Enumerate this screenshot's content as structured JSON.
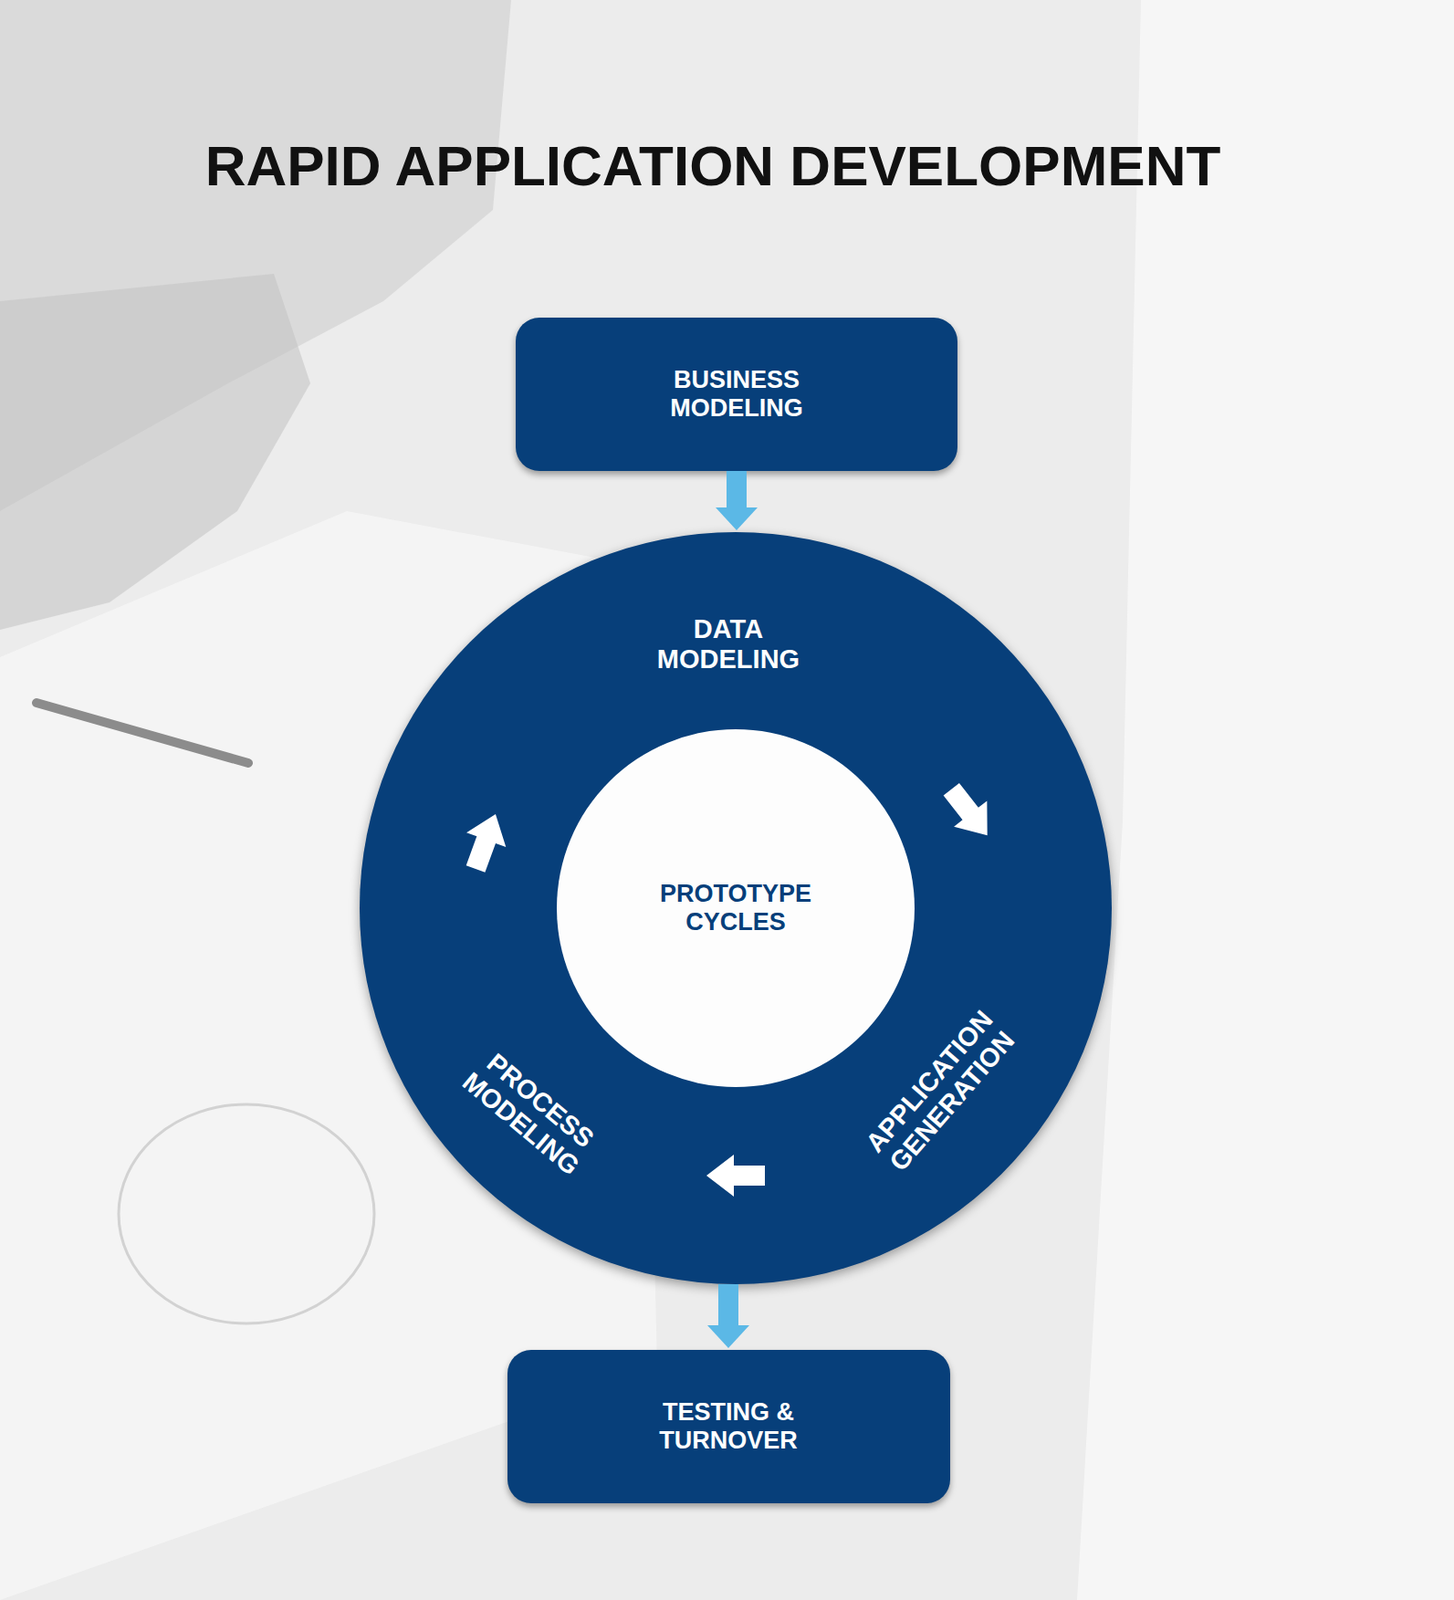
{
  "diagram": {
    "title": "RAPID APPLICATION DEVELOPMENT",
    "nodes": [
      {
        "text": [
          "BUSINESS MODELING"
        ]
      },
      {
        "text": [
          "DATA MODELING",
          "APPLICATION GENERATION",
          "PROCESS MODELING"
        ]
      },
      {
        "text": [
          "PROTOTYPE CYCLES"
        ],
        "in": 1
      },
      {
        "text": [
          "TESTING & TURNOVER"
        ]
      }
    ],
    "edges": [
      {
        "from": 0,
        "to": 1,
        "arrow": "to"
      },
      {
        "from": 1,
        "to": 3,
        "arrow": "to"
      }
    ]
  }
}
